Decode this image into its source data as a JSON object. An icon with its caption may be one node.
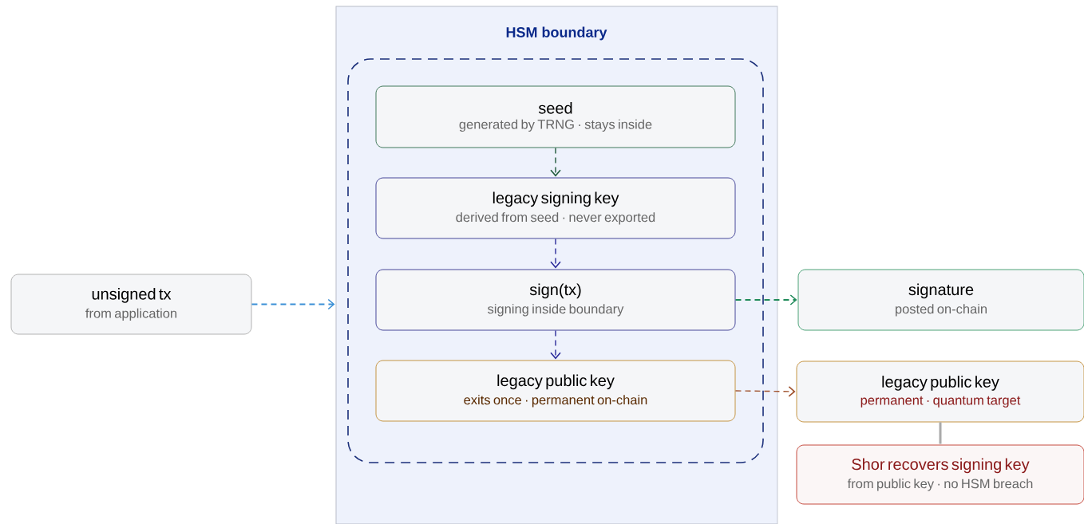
{
  "diagram": {
    "nodes": [
      {
        "text": [
          "HSM boundary"
        ]
      },
      {
        "text": [],
        "shape": "box",
        "in": 0
      },
      {
        "text": [
          "seed",
          "generated by TRNG · stays inside"
        ],
        "in": 1
      },
      {
        "text": [
          "legacy signing key",
          "derived from seed · never exported"
        ],
        "in": 1
      },
      {
        "text": [
          "sign(tx)",
          "signing inside boundary"
        ],
        "in": 1
      },
      {
        "text": [
          "legacy public key",
          "exits once · permanent on-chain"
        ],
        "in": 1
      },
      {
        "text": [
          "unsigned tx",
          "from application"
        ]
      },
      {
        "text": [
          "signature",
          "posted on-chain"
        ]
      },
      {
        "text": [
          "legacy public key",
          "permanent · quantum target"
        ]
      },
      {
        "text": [
          "Shor recovers signing key",
          "from public key · no HSM breach"
        ]
      }
    ],
    "edges": [
      {
        "from": 6,
        "to": 0,
        "arrow": "to",
        "style": "dashed",
        "color": "#3a8fd6"
      },
      {
        "from": 2,
        "to": 3,
        "arrow": "to",
        "style": "dashed",
        "color": "#1f5a3a"
      },
      {
        "from": 3,
        "to": 4,
        "arrow": "to",
        "style": "dashed",
        "color": "#2b2b9a"
      },
      {
        "from": 4,
        "to": 5,
        "arrow": "to",
        "style": "dashed",
        "color": "#2b2b9a"
      },
      {
        "from": 4,
        "to": 7,
        "arrow": "to",
        "style": "dashed",
        "color": "#1f8a5a"
      },
      {
        "from": 5,
        "to": 8,
        "arrow": "to",
        "style": "dashed",
        "color": "#a0522d"
      },
      {
        "from": 8,
        "to": 9,
        "arrow": "none",
        "color": "#aaaaaa"
      }
    ]
  }
}
